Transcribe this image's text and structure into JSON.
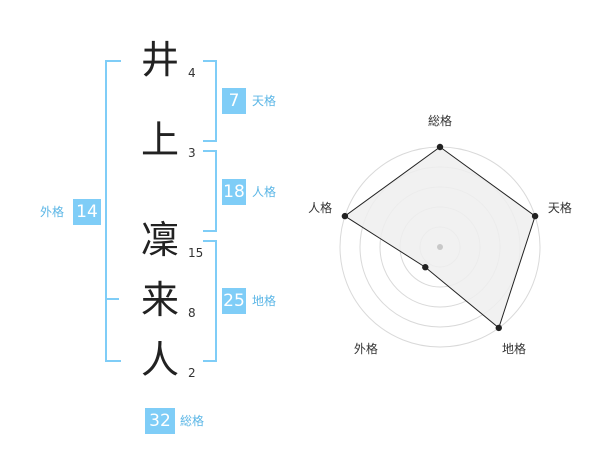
{
  "name_chars": [
    {
      "char": "井",
      "strokes": "4"
    },
    {
      "char": "上",
      "strokes": "3"
    },
    {
      "char": "凜",
      "strokes": "15"
    },
    {
      "char": "来",
      "strokes": "8"
    },
    {
      "char": "人",
      "strokes": "2"
    }
  ],
  "fortune": {
    "tenkaku": {
      "value": "7",
      "label": "天格"
    },
    "jinkaku": {
      "value": "18",
      "label": "人格"
    },
    "chikaku": {
      "value": "25",
      "label": "地格"
    },
    "gaikaku": {
      "value": "14",
      "label": "外格"
    },
    "soukaku": {
      "value": "32",
      "label": "総格"
    }
  },
  "radar": {
    "axes": [
      "総格",
      "天格",
      "地格",
      "外格",
      "人格"
    ],
    "levels": 5,
    "values": [
      1.0,
      1.0,
      1.0,
      0.25,
      1.0
    ],
    "colors": {
      "fill": "#efefef",
      "line": "#222222",
      "grid": "#d9d9d9"
    }
  }
}
